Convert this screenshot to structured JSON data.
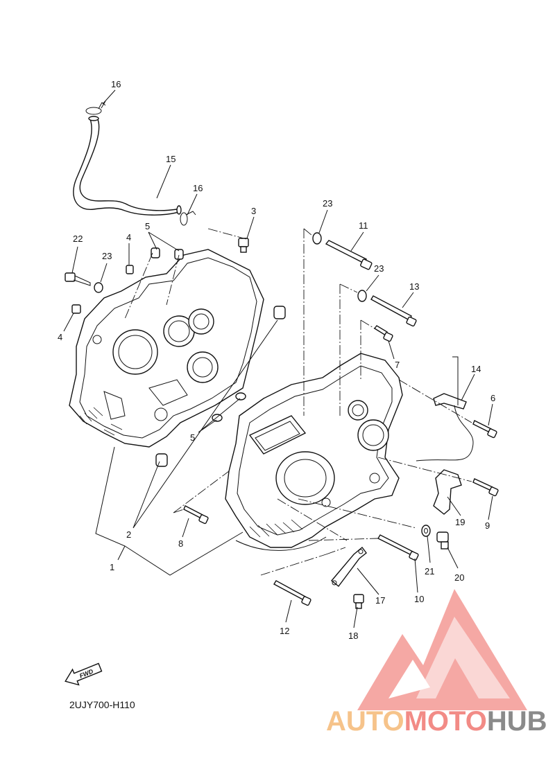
{
  "diagram_code": "2UJY700-H110",
  "fwd_label": "FWD",
  "watermark": {
    "part1": "AUTO",
    "part2": "MOTO",
    "part3": "HUB",
    "colors": {
      "auto": "#f6c38a",
      "moto": "#f28b86",
      "hub": "#8a8a8a",
      "logo": "#f28b86"
    }
  },
  "callouts": [
    {
      "id": "c16a",
      "text": "16"
    },
    {
      "id": "c15",
      "text": "15"
    },
    {
      "id": "c16b",
      "text": "16"
    },
    {
      "id": "c3",
      "text": "3"
    },
    {
      "id": "c23a",
      "text": "23"
    },
    {
      "id": "c11",
      "text": "11"
    },
    {
      "id": "c5a",
      "text": "5"
    },
    {
      "id": "c4a",
      "text": "4"
    },
    {
      "id": "c22",
      "text": "22"
    },
    {
      "id": "c23b",
      "text": "23"
    },
    {
      "id": "c23c",
      "text": "23"
    },
    {
      "id": "c13",
      "text": "13"
    },
    {
      "id": "c4b",
      "text": "4"
    },
    {
      "id": "c7",
      "text": "7"
    },
    {
      "id": "c14",
      "text": "14"
    },
    {
      "id": "c6",
      "text": "6"
    },
    {
      "id": "c5b",
      "text": "5"
    },
    {
      "id": "c19",
      "text": "19"
    },
    {
      "id": "c9",
      "text": "9"
    },
    {
      "id": "c2",
      "text": "2"
    },
    {
      "id": "c8",
      "text": "8"
    },
    {
      "id": "c1",
      "text": "1"
    },
    {
      "id": "c21",
      "text": "21"
    },
    {
      "id": "c20",
      "text": "20"
    },
    {
      "id": "c17",
      "text": "17"
    },
    {
      "id": "c10",
      "text": "10"
    },
    {
      "id": "c12",
      "text": "12"
    },
    {
      "id": "c18",
      "text": "18"
    }
  ]
}
